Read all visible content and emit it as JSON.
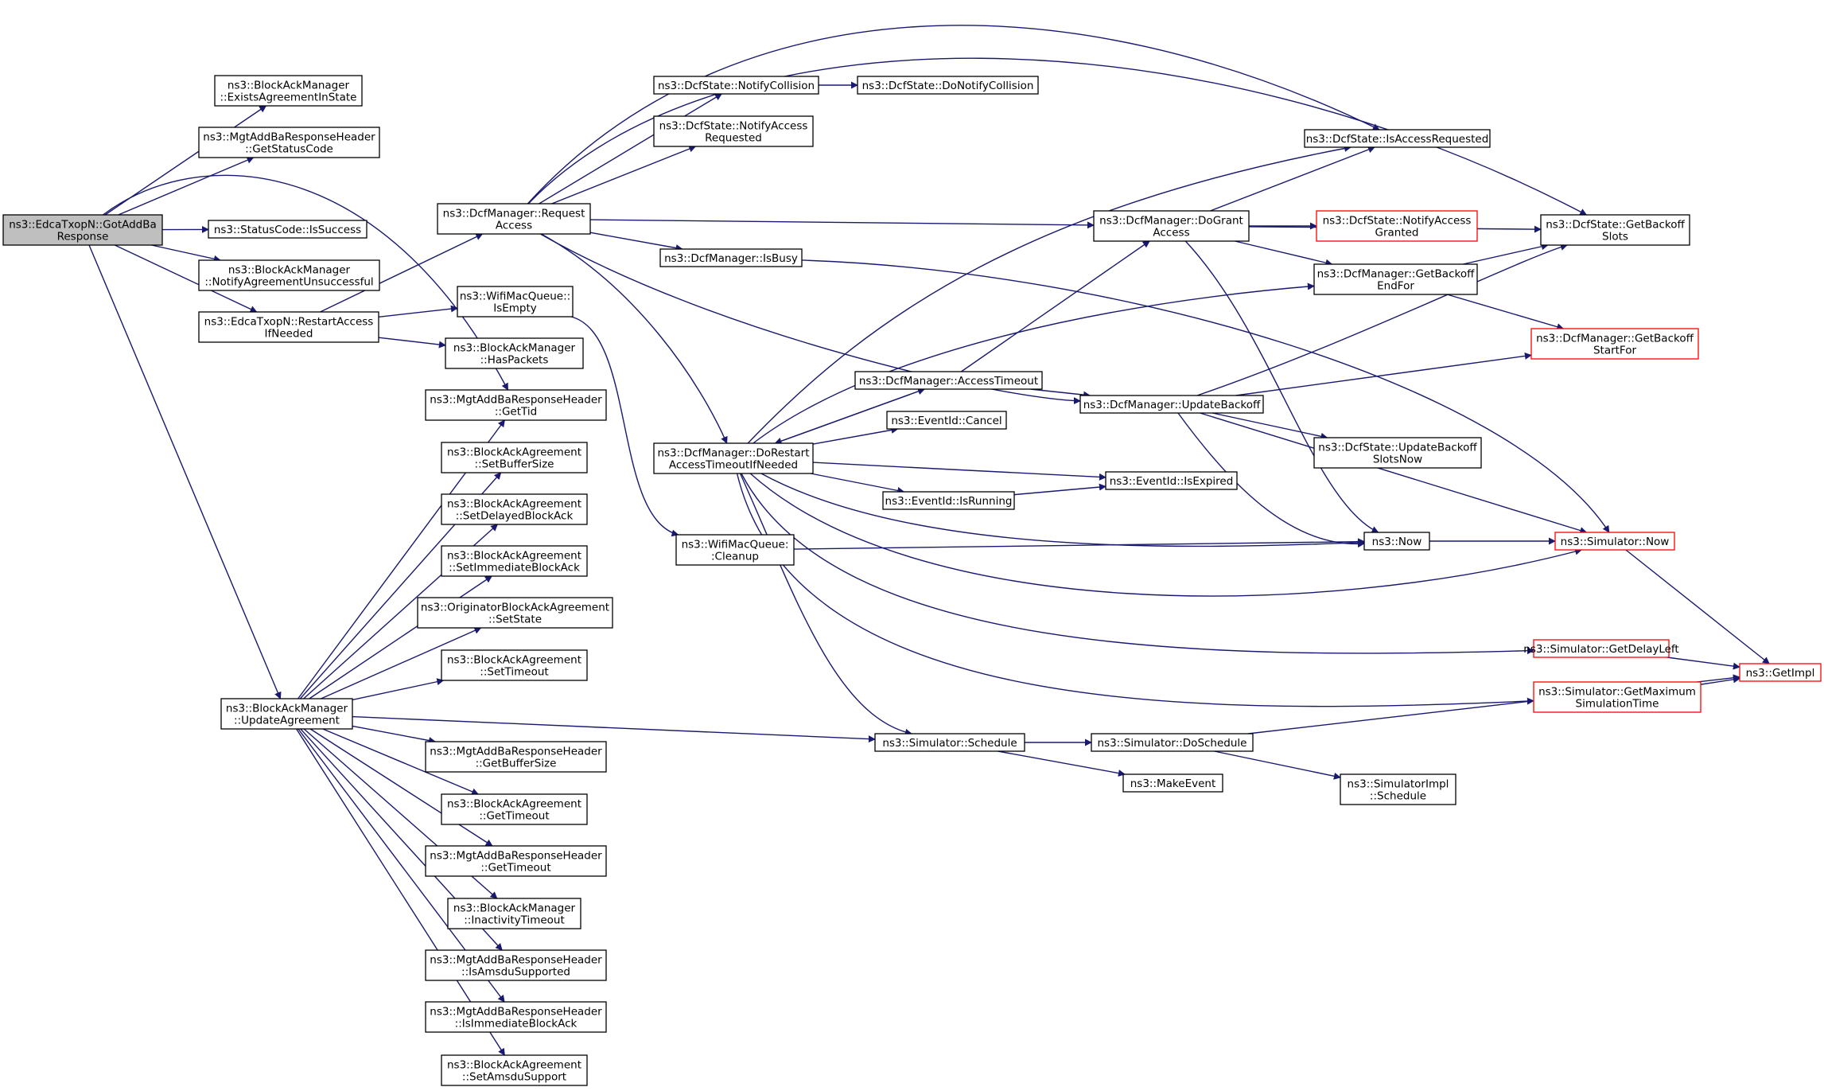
{
  "colors": {
    "edge": "#191970",
    "border": "#000000",
    "border_external": "#ff0000",
    "root_fill": "#bfbfbf",
    "fill": "#ffffff"
  },
  "nodes": [
    {
      "id": "root",
      "lines": [
        "ns3::EdcaTxopN::GotAddBa",
        "Response"
      ],
      "style": "root"
    },
    {
      "id": "bam_exists",
      "lines": [
        "ns3::BlockAckManager",
        "::ExistsAgreementInState"
      ]
    },
    {
      "id": "mar_status",
      "lines": [
        "ns3::MgtAddBaResponseHeader",
        "::GetStatusCode"
      ]
    },
    {
      "id": "sc_success",
      "lines": [
        "ns3::StatusCode::IsSuccess"
      ]
    },
    {
      "id": "bam_notify",
      "lines": [
        "ns3::BlockAckManager",
        "::NotifyAgreementUnsuccessful"
      ]
    },
    {
      "id": "restart",
      "lines": [
        "ns3::EdcaTxopN::RestartAccess",
        "IfNeeded"
      ]
    },
    {
      "id": "bam_update",
      "lines": [
        "ns3::BlockAckManager",
        "::UpdateAgreement"
      ]
    },
    {
      "id": "dm_request",
      "lines": [
        "ns3::DcfManager::Request",
        "Access"
      ]
    },
    {
      "id": "wq_empty",
      "lines": [
        "ns3::WifiMacQueue::",
        "IsEmpty"
      ]
    },
    {
      "id": "bam_haspk",
      "lines": [
        "ns3::BlockAckManager",
        "::HasPackets"
      ]
    },
    {
      "id": "mar_tid",
      "lines": [
        "ns3::MgtAddBaResponseHeader",
        "::GetTid"
      ]
    },
    {
      "id": "baa_buf",
      "lines": [
        "ns3::BlockAckAgreement",
        "::SetBufferSize"
      ]
    },
    {
      "id": "baa_delayed",
      "lines": [
        "ns3::BlockAckAgreement",
        "::SetDelayedBlockAck"
      ]
    },
    {
      "id": "baa_imm",
      "lines": [
        "ns3::BlockAckAgreement",
        "::SetImmediateBlockAck"
      ]
    },
    {
      "id": "oba_state",
      "lines": [
        "ns3::OriginatorBlockAckAgreement",
        "::SetState"
      ]
    },
    {
      "id": "baa_settimeout",
      "lines": [
        "ns3::BlockAckAgreement",
        "::SetTimeout"
      ]
    },
    {
      "id": "mar_buf",
      "lines": [
        "ns3::MgtAddBaResponseHeader",
        "::GetBufferSize"
      ]
    },
    {
      "id": "baa_gettimeout",
      "lines": [
        "ns3::BlockAckAgreement",
        "::GetTimeout"
      ]
    },
    {
      "id": "mar_timeout",
      "lines": [
        "ns3::MgtAddBaResponseHeader",
        "::GetTimeout"
      ]
    },
    {
      "id": "bam_inact",
      "lines": [
        "ns3::BlockAckManager",
        "::InactivityTimeout"
      ]
    },
    {
      "id": "mar_amsdu",
      "lines": [
        "ns3::MgtAddBaResponseHeader",
        "::IsAmsduSupported"
      ]
    },
    {
      "id": "mar_immba",
      "lines": [
        "ns3::MgtAddBaResponseHeader",
        "::IsImmediateBlockAck"
      ]
    },
    {
      "id": "baa_amsdu",
      "lines": [
        "ns3::BlockAckAgreement",
        "::SetAmsduSupport"
      ]
    },
    {
      "id": "ds_notcol",
      "lines": [
        "ns3::DcfState::NotifyCollision"
      ]
    },
    {
      "id": "ds_donotcol",
      "lines": [
        "ns3::DcfState::DoNotifyCollision"
      ]
    },
    {
      "id": "ds_notacc",
      "lines": [
        "ns3::DcfState::NotifyAccess",
        "Requested"
      ]
    },
    {
      "id": "ds_isacc",
      "lines": [
        "ns3::DcfState::IsAccessRequested"
      ]
    },
    {
      "id": "dm_isbusy",
      "lines": [
        "ns3::DcfManager::IsBusy"
      ]
    },
    {
      "id": "dm_dogrant",
      "lines": [
        "ns3::DcfManager::DoGrant",
        "Access"
      ]
    },
    {
      "id": "ds_notgrant",
      "lines": [
        "ns3::DcfState::NotifyAccess",
        "Granted"
      ],
      "style": "external"
    },
    {
      "id": "ds_backoff",
      "lines": [
        "ns3::DcfState::GetBackoff",
        "Slots"
      ]
    },
    {
      "id": "dm_endfor",
      "lines": [
        "ns3::DcfManager::GetBackoff",
        "EndFor"
      ]
    },
    {
      "id": "dm_startfor",
      "lines": [
        "ns3::DcfManager::GetBackoff",
        "StartFor"
      ],
      "style": "external"
    },
    {
      "id": "dm_acctimeout",
      "lines": [
        "ns3::DcfManager::AccessTimeout"
      ]
    },
    {
      "id": "dm_updbackoff",
      "lines": [
        "ns3::DcfManager::UpdateBackoff"
      ]
    },
    {
      "id": "ev_cancel",
      "lines": [
        "ns3::EventId::Cancel"
      ]
    },
    {
      "id": "dm_dorestart",
      "lines": [
        "ns3::DcfManager::DoRestart",
        "AccessTimeoutIfNeeded"
      ]
    },
    {
      "id": "ds_updslots",
      "lines": [
        "ns3::DcfState::UpdateBackoff",
        "SlotsNow"
      ]
    },
    {
      "id": "ev_expired",
      "lines": [
        "ns3::EventId::IsExpired"
      ]
    },
    {
      "id": "ev_running",
      "lines": [
        "ns3::EventId::IsRunning"
      ]
    },
    {
      "id": "wq_cleanup",
      "lines": [
        "ns3::WifiMacQueue:",
        ":Cleanup"
      ]
    },
    {
      "id": "now",
      "lines": [
        "ns3::Now"
      ]
    },
    {
      "id": "sim_now",
      "lines": [
        "ns3::Simulator::Now"
      ],
      "style": "external"
    },
    {
      "id": "sim_delay",
      "lines": [
        "ns3::Simulator::GetDelayLeft"
      ],
      "style": "external"
    },
    {
      "id": "sim_max",
      "lines": [
        "ns3::Simulator::GetMaximum",
        "SimulationTime"
      ],
      "style": "external"
    },
    {
      "id": "getimpl",
      "lines": [
        "ns3::GetImpl"
      ],
      "style": "external"
    },
    {
      "id": "sim_sched",
      "lines": [
        "ns3::Simulator::Schedule"
      ]
    },
    {
      "id": "sim_dosched",
      "lines": [
        "ns3::Simulator::DoSchedule"
      ]
    },
    {
      "id": "make_event",
      "lines": [
        "ns3::MakeEvent"
      ]
    },
    {
      "id": "simimpl_sched",
      "lines": [
        "ns3::SimulatorImpl",
        "::Schedule"
      ]
    }
  ],
  "edges": [
    [
      "root",
      "bam_exists"
    ],
    [
      "root",
      "mar_status"
    ],
    [
      "root",
      "sc_success"
    ],
    [
      "root",
      "bam_notify"
    ],
    [
      "root",
      "restart"
    ],
    [
      "root",
      "bam_update"
    ],
    [
      "root",
      "mar_tid"
    ],
    [
      "restart",
      "dm_request"
    ],
    [
      "restart",
      "wq_empty"
    ],
    [
      "restart",
      "bam_haspk"
    ],
    [
      "bam_update",
      "mar_tid"
    ],
    [
      "bam_update",
      "baa_buf"
    ],
    [
      "bam_update",
      "baa_delayed"
    ],
    [
      "bam_update",
      "baa_imm"
    ],
    [
      "bam_update",
      "oba_state"
    ],
    [
      "bam_update",
      "baa_settimeout"
    ],
    [
      "bam_update",
      "mar_buf"
    ],
    [
      "bam_update",
      "baa_gettimeout"
    ],
    [
      "bam_update",
      "mar_timeout"
    ],
    [
      "bam_update",
      "bam_inact"
    ],
    [
      "bam_update",
      "mar_amsdu"
    ],
    [
      "bam_update",
      "mar_immba"
    ],
    [
      "bam_update",
      "baa_amsdu"
    ],
    [
      "bam_update",
      "sim_sched"
    ],
    [
      "dm_request",
      "ds_notcol"
    ],
    [
      "dm_request",
      "ds_notacc"
    ],
    [
      "dm_request",
      "ds_isacc"
    ],
    [
      "dm_request",
      "ds_backoff"
    ],
    [
      "dm_request",
      "dm_dogrant"
    ],
    [
      "dm_request",
      "dm_isbusy"
    ],
    [
      "dm_request",
      "dm_dorestart"
    ],
    [
      "dm_request",
      "dm_updbackoff"
    ],
    [
      "ds_notcol",
      "ds_donotcol"
    ],
    [
      "wq_empty",
      "wq_cleanup"
    ],
    [
      "dm_dogrant",
      "ds_isacc"
    ],
    [
      "dm_dogrant",
      "ds_notgrant"
    ],
    [
      "dm_dogrant",
      "ds_backoff"
    ],
    [
      "dm_dogrant",
      "dm_endfor"
    ],
    [
      "dm_dogrant",
      "now"
    ],
    [
      "dm_isbusy",
      "sim_now"
    ],
    [
      "dm_endfor",
      "ds_backoff"
    ],
    [
      "dm_endfor",
      "dm_startfor"
    ],
    [
      "dm_acctimeout",
      "dm_dogrant"
    ],
    [
      "dm_acctimeout",
      "dm_updbackoff"
    ],
    [
      "dm_acctimeout",
      "dm_dorestart"
    ],
    [
      "dm_updbackoff",
      "ds_backoff"
    ],
    [
      "dm_updbackoff",
      "dm_startfor"
    ],
    [
      "dm_updbackoff",
      "ds_updslots"
    ],
    [
      "dm_updbackoff",
      "now"
    ],
    [
      "dm_updbackoff",
      "sim_now"
    ],
    [
      "dm_dorestart",
      "ds_isacc"
    ],
    [
      "dm_dorestart",
      "dm_endfor"
    ],
    [
      "dm_dorestart",
      "dm_acctimeout"
    ],
    [
      "dm_dorestart",
      "ev_cancel"
    ],
    [
      "dm_dorestart",
      "ev_expired"
    ],
    [
      "dm_dorestart",
      "ev_running"
    ],
    [
      "dm_dorestart",
      "now"
    ],
    [
      "dm_dorestart",
      "sim_now"
    ],
    [
      "dm_dorestart",
      "sim_delay"
    ],
    [
      "dm_dorestart",
      "sim_max"
    ],
    [
      "dm_dorestart",
      "sim_sched"
    ],
    [
      "ev_running",
      "ev_expired"
    ],
    [
      "wq_cleanup",
      "now"
    ],
    [
      "now",
      "sim_now"
    ],
    [
      "sim_now",
      "getimpl"
    ],
    [
      "sim_delay",
      "getimpl"
    ],
    [
      "sim_max",
      "getimpl"
    ],
    [
      "sim_sched",
      "sim_dosched"
    ],
    [
      "sim_sched",
      "make_event"
    ],
    [
      "sim_dosched",
      "simimpl_sched"
    ],
    [
      "sim_dosched",
      "getimpl"
    ]
  ]
}
